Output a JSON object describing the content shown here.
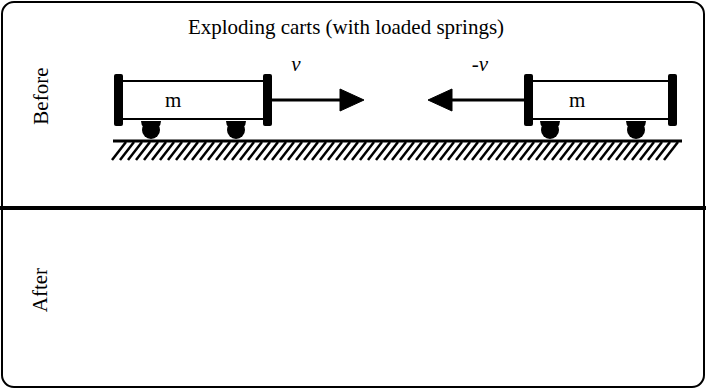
{
  "diagram": {
    "title": "Exploding carts (with loaded springs)",
    "nodes": [
      {
        "text": [
          "Before"
        ]
      },
      {
        "text": [
          "m"
        ],
        "in": 0
      },
      {
        "text": [
          "m"
        ],
        "in": 0
      },
      {
        "text": [
          "After"
        ]
      }
    ],
    "labels": [
      "v⃗",
      "-v⃗"
    ]
  }
}
